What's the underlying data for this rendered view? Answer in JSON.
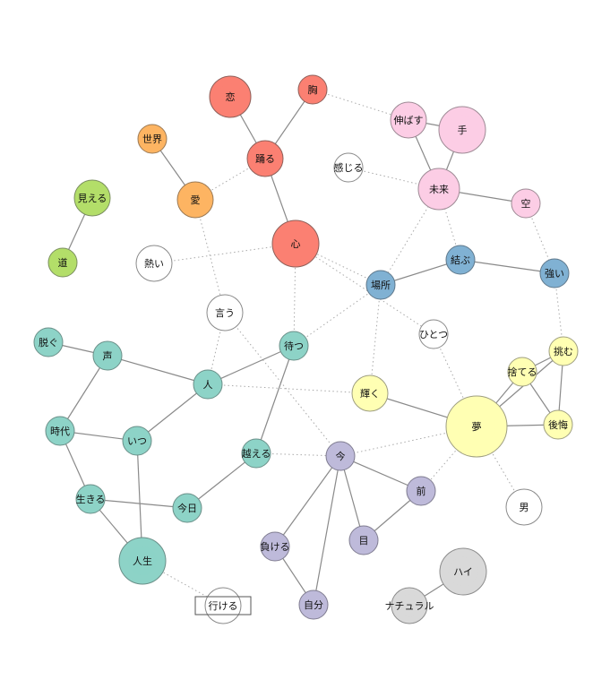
{
  "colors": {
    "red": {
      "fill": "#fb8072",
      "stroke": "#8e5f59"
    },
    "orange": {
      "fill": "#fdb462",
      "stroke": "#9b7a55"
    },
    "green": {
      "fill": "#b3de69",
      "stroke": "#7b8f60"
    },
    "teal": {
      "fill": "#8dd3c7",
      "stroke": "#6a8f88"
    },
    "pink": {
      "fill": "#fccde5",
      "stroke": "#9e8a95"
    },
    "blue": {
      "fill": "#80b1d3",
      "stroke": "#5f788b"
    },
    "yellow": {
      "fill": "#ffffb3",
      "stroke": "#9e9e80"
    },
    "purple": {
      "fill": "#bebada",
      "stroke": "#7f7c90"
    },
    "gray": {
      "fill": "#d9d9d9",
      "stroke": "#8c8c8c"
    },
    "white": {
      "fill": "#ffffff",
      "stroke": "#8a8a8a"
    },
    "edge_solid": "#8a8a8a",
    "edge_dotted": "#aaaaaa"
  },
  "nodes": [
    {
      "id": "koi",
      "label": "恋",
      "group": "red",
      "weight": 5
    },
    {
      "id": "mune",
      "label": "胸",
      "group": "red",
      "weight": 3
    },
    {
      "id": "odoru",
      "label": "踊る",
      "group": "red",
      "weight": 4
    },
    {
      "id": "kokoro",
      "label": "心",
      "group": "red",
      "weight": 6
    },
    {
      "id": "sekai",
      "label": "世界",
      "group": "orange",
      "weight": 3
    },
    {
      "id": "ai",
      "label": "愛",
      "group": "orange",
      "weight": 4
    },
    {
      "id": "mieru",
      "label": "見える",
      "group": "green",
      "weight": 4
    },
    {
      "id": "michi",
      "label": "道",
      "group": "green",
      "weight": 3
    },
    {
      "id": "nobasu",
      "label": "伸ばす",
      "group": "pink",
      "weight": 4
    },
    {
      "id": "te",
      "label": "手",
      "group": "pink",
      "weight": 6
    },
    {
      "id": "mirai",
      "label": "未来",
      "group": "pink",
      "weight": 5
    },
    {
      "id": "sora",
      "label": "空",
      "group": "pink",
      "weight": 3
    },
    {
      "id": "kanjiru",
      "label": "感じる",
      "group": "white",
      "weight": 3
    },
    {
      "id": "atsui",
      "label": "熱い",
      "group": "white",
      "weight": 4
    },
    {
      "id": "iu",
      "label": "言う",
      "group": "white",
      "weight": 4
    },
    {
      "id": "musubu",
      "label": "結ぶ",
      "group": "blue",
      "weight": 3
    },
    {
      "id": "basho",
      "label": "場所",
      "group": "blue",
      "weight": 3
    },
    {
      "id": "tsuyoi",
      "label": "強い",
      "group": "blue",
      "weight": 3
    },
    {
      "id": "hitotsu",
      "label": "ひとつ",
      "group": "white",
      "weight": 3
    },
    {
      "id": "idomu",
      "label": "挑む",
      "group": "yellow",
      "weight": 3
    },
    {
      "id": "suteru",
      "label": "捨てる",
      "group": "yellow",
      "weight": 3
    },
    {
      "id": "koukai",
      "label": "後悔",
      "group": "yellow",
      "weight": 3
    },
    {
      "id": "yume",
      "label": "夢",
      "group": "yellow",
      "weight": 8
    },
    {
      "id": "kagayaku",
      "label": "輝く",
      "group": "yellow",
      "weight": 4
    },
    {
      "id": "otoko",
      "label": "男",
      "group": "white",
      "weight": 4
    },
    {
      "id": "nugu",
      "label": "脱ぐ",
      "group": "teal",
      "weight": 3
    },
    {
      "id": "koe",
      "label": "声",
      "group": "teal",
      "weight": 3
    },
    {
      "id": "hito",
      "label": "人",
      "group": "teal",
      "weight": 3
    },
    {
      "id": "matsu",
      "label": "待つ",
      "group": "teal",
      "weight": 3
    },
    {
      "id": "jidai",
      "label": "時代",
      "group": "teal",
      "weight": 3
    },
    {
      "id": "itsu",
      "label": "いつ",
      "group": "teal",
      "weight": 3
    },
    {
      "id": "koeru",
      "label": "越える",
      "group": "teal",
      "weight": 3
    },
    {
      "id": "ikiru",
      "label": "生きる",
      "group": "teal",
      "weight": 3
    },
    {
      "id": "kyou",
      "label": "今日",
      "group": "teal",
      "weight": 3
    },
    {
      "id": "jinsei",
      "label": "人生",
      "group": "teal",
      "weight": 6
    },
    {
      "id": "ikeru",
      "label": "行ける",
      "group": "white",
      "weight": 4,
      "boxed": true
    },
    {
      "id": "ima",
      "label": "今",
      "group": "purple",
      "weight": 3
    },
    {
      "id": "mae",
      "label": "前",
      "group": "purple",
      "weight": 3
    },
    {
      "id": "me",
      "label": "目",
      "group": "purple",
      "weight": 3
    },
    {
      "id": "makeru",
      "label": "負ける",
      "group": "purple",
      "weight": 3
    },
    {
      "id": "jibun",
      "label": "自分",
      "group": "purple",
      "weight": 3
    },
    {
      "id": "hai",
      "label": "ハイ",
      "group": "gray",
      "weight": 6
    },
    {
      "id": "natural",
      "label": "ナチュラル",
      "group": "gray",
      "weight": 4
    }
  ],
  "edges": [
    {
      "source": "koi",
      "target": "odoru",
      "style": "solid"
    },
    {
      "source": "mune",
      "target": "odoru",
      "style": "solid"
    },
    {
      "source": "odoru",
      "target": "kokoro",
      "style": "solid"
    },
    {
      "source": "mune",
      "target": "nobasu",
      "style": "dotted"
    },
    {
      "source": "odoru",
      "target": "ai",
      "style": "dotted"
    },
    {
      "source": "sekai",
      "target": "ai",
      "style": "solid"
    },
    {
      "source": "ai",
      "target": "iu",
      "style": "dotted"
    },
    {
      "source": "mieru",
      "target": "michi",
      "style": "solid"
    },
    {
      "source": "nobasu",
      "target": "te",
      "style": "solid"
    },
    {
      "source": "nobasu",
      "target": "mirai",
      "style": "solid"
    },
    {
      "source": "te",
      "target": "mirai",
      "style": "solid"
    },
    {
      "source": "mirai",
      "target": "sora",
      "style": "solid"
    },
    {
      "source": "kanjiru",
      "target": "mirai",
      "style": "dotted"
    },
    {
      "source": "mirai",
      "target": "basho",
      "style": "dotted"
    },
    {
      "source": "mirai",
      "target": "musubu",
      "style": "dotted"
    },
    {
      "source": "sora",
      "target": "tsuyoi",
      "style": "dotted"
    },
    {
      "source": "atsui",
      "target": "kokoro",
      "style": "dotted"
    },
    {
      "source": "kokoro",
      "target": "basho",
      "style": "dotted"
    },
    {
      "source": "kokoro",
      "target": "matsu",
      "style": "dotted"
    },
    {
      "source": "kokoro",
      "target": "hitotsu",
      "style": "dotted"
    },
    {
      "source": "basho",
      "target": "musubu",
      "style": "solid"
    },
    {
      "source": "musubu",
      "target": "tsuyoi",
      "style": "solid"
    },
    {
      "source": "basho",
      "target": "matsu",
      "style": "dotted"
    },
    {
      "source": "basho",
      "target": "kagayaku",
      "style": "dotted"
    },
    {
      "source": "hitotsu",
      "target": "yume",
      "style": "dotted"
    },
    {
      "source": "tsuyoi",
      "target": "idomu",
      "style": "dotted"
    },
    {
      "source": "idomu",
      "target": "suteru",
      "style": "solid"
    },
    {
      "source": "idomu",
      "target": "koukai",
      "style": "solid"
    },
    {
      "source": "idomu",
      "target": "yume",
      "style": "solid"
    },
    {
      "source": "suteru",
      "target": "koukai",
      "style": "solid"
    },
    {
      "source": "suteru",
      "target": "yume",
      "style": "solid"
    },
    {
      "source": "yume",
      "target": "koukai",
      "style": "solid"
    },
    {
      "source": "kagayaku",
      "target": "yume",
      "style": "solid"
    },
    {
      "source": "yume",
      "target": "otoko",
      "style": "dotted"
    },
    {
      "source": "yume",
      "target": "ima",
      "style": "dotted"
    },
    {
      "source": "yume",
      "target": "mae",
      "style": "dotted"
    },
    {
      "source": "iu",
      "target": "hito",
      "style": "dotted"
    },
    {
      "source": "iu",
      "target": "ima",
      "style": "dotted"
    },
    {
      "source": "nugu",
      "target": "koe",
      "style": "solid"
    },
    {
      "source": "koe",
      "target": "hito",
      "style": "solid"
    },
    {
      "source": "koe",
      "target": "jidai",
      "style": "solid"
    },
    {
      "source": "hito",
      "target": "matsu",
      "style": "solid"
    },
    {
      "source": "hito",
      "target": "itsu",
      "style": "solid"
    },
    {
      "source": "hito",
      "target": "kagayaku",
      "style": "dotted"
    },
    {
      "source": "matsu",
      "target": "koeru",
      "style": "solid"
    },
    {
      "source": "jidai",
      "target": "itsu",
      "style": "solid"
    },
    {
      "source": "jidai",
      "target": "ikiru",
      "style": "solid"
    },
    {
      "source": "itsu",
      "target": "jinsei",
      "style": "solid"
    },
    {
      "source": "ikiru",
      "target": "kyou",
      "style": "solid"
    },
    {
      "source": "ikiru",
      "target": "jinsei",
      "style": "solid"
    },
    {
      "source": "kyou",
      "target": "koeru",
      "style": "solid"
    },
    {
      "source": "koeru",
      "target": "ima",
      "style": "dotted"
    },
    {
      "source": "jinsei",
      "target": "ikeru",
      "style": "dotted"
    },
    {
      "source": "ima",
      "target": "mae",
      "style": "solid"
    },
    {
      "source": "ima",
      "target": "me",
      "style": "solid"
    },
    {
      "source": "ima",
      "target": "makeru",
      "style": "solid"
    },
    {
      "source": "ima",
      "target": "jibun",
      "style": "solid"
    },
    {
      "source": "mae",
      "target": "me",
      "style": "solid"
    },
    {
      "source": "makeru",
      "target": "jibun",
      "style": "solid"
    },
    {
      "source": "hai",
      "target": "natural",
      "style": "solid"
    }
  ]
}
